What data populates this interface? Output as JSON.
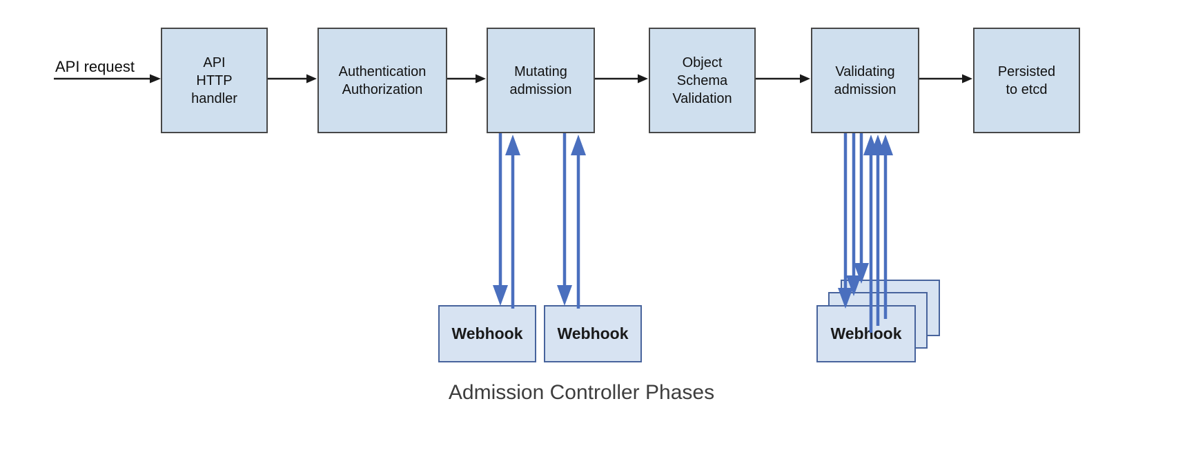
{
  "diagram": {
    "caption": "Admission Controller Phases",
    "flow_start_label": "API request",
    "phases": [
      {
        "id": "api-http-handler",
        "label": "API\nHTTP\nhandler"
      },
      {
        "id": "authentication-authorization",
        "label": "Authentication\nAuthorization"
      },
      {
        "id": "mutating-admission",
        "label": "Mutating\nadmission"
      },
      {
        "id": "object-schema-validation",
        "label": "Object\nSchema\nValidation"
      },
      {
        "id": "validating-admission",
        "label": "Validating\nadmission"
      },
      {
        "id": "persisted-to-etcd",
        "label": "Persisted\nto etcd"
      }
    ],
    "webhooks": {
      "mutating": [
        "Webhook",
        "Webhook"
      ],
      "validating": [
        "Webhook",
        "Webhook",
        "Webhook"
      ]
    },
    "colors": {
      "node_fill": "#cfdfee",
      "node_border": "#474747",
      "node_text": "#111111",
      "webhook_fill": "#d7e3f2",
      "webhook_border": "#47639c",
      "arrow_blue": "#4a6fbe",
      "arrow_black": "#1a1a1a",
      "caption_text": "#3d3d3d"
    }
  }
}
